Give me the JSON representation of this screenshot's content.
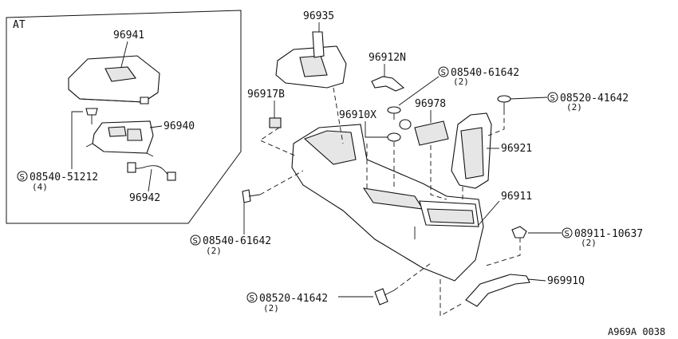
{
  "inset": {
    "label": "AT"
  },
  "parts": {
    "p96941": "96941",
    "p96940": "96940",
    "p96942": "96942",
    "p96935": "96935",
    "p96912N": "96912N",
    "p96917B": "96917B",
    "p96910X": "96910X",
    "p96978": "96978",
    "p96921": "96921",
    "p96911": "96911",
    "p96991Q": "96991Q"
  },
  "screws": {
    "s1": {
      "code": "08540-51212",
      "qty": "(4)"
    },
    "s2": {
      "code": "08540-61642",
      "qty": "(2)"
    },
    "s3": {
      "code": "08520-41642",
      "qty": "(2)"
    },
    "s4": {
      "code": "08540-61642",
      "qty": "(2)"
    },
    "s5": {
      "code": "08911-10637",
      "qty": "(2)"
    },
    "s6": {
      "code": "08520-41642",
      "qty": "(2)"
    }
  },
  "symbol": "S",
  "reference": "A969A 0038"
}
